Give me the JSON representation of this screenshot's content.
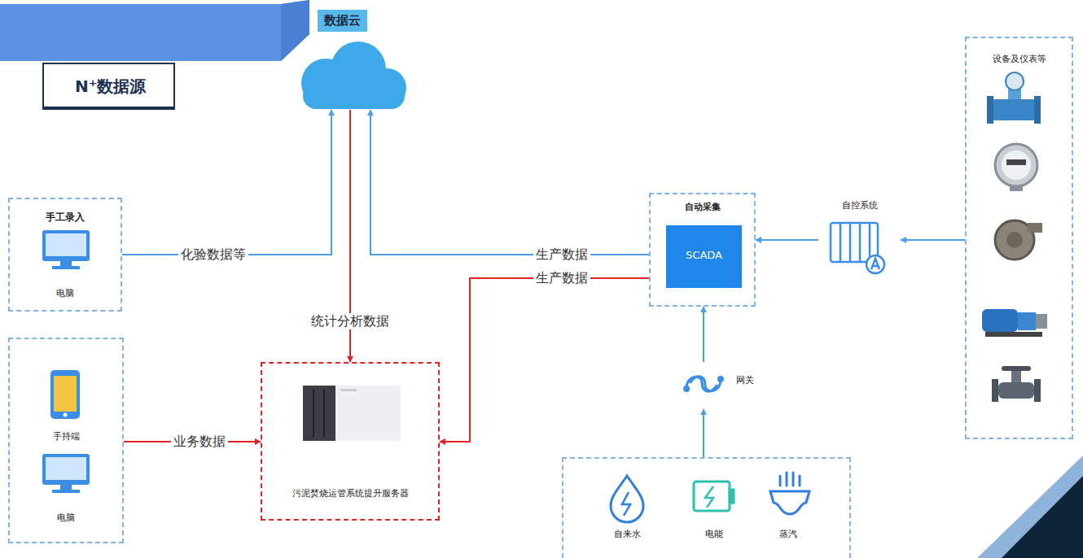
{
  "diagram": {
    "nodes": [
      {
        "text": [
          "数据云"
        ]
      },
      {
        "text": [
          "N⁺数据源"
        ]
      },
      {
        "text": [
          "手工录入",
          "电脑"
        ]
      },
      {
        "text": [
          "手持端",
          "电脑"
        ]
      },
      {
        "text": [
          "污泥焚烧运管系统提升服务器"
        ]
      },
      {
        "text": [
          "自动采集"
        ]
      },
      {
        "text": [
          "SCADA"
        ],
        "in": 5
      },
      {
        "text": [
          "网关"
        ]
      },
      {
        "text": [
          "自来水",
          "电能",
          "蒸汽"
        ]
      },
      {
        "text": [
          "自控系统"
        ]
      },
      {
        "text": [
          "设备及仪表等"
        ]
      }
    ],
    "edges": [
      {
        "from": 2,
        "to": 0,
        "label": "化验数据等",
        "arrow": "to"
      },
      {
        "from": 0,
        "to": 4,
        "label": "统计分析数据",
        "arrow": "to"
      },
      {
        "from": 5,
        "to": 0,
        "label": "生产数据",
        "arrow": "to"
      },
      {
        "from": 5,
        "to": 4,
        "label": "生产数据",
        "arrow": "to"
      },
      {
        "from": 3,
        "to": 4,
        "label": "业务数据",
        "arrow": "to"
      },
      {
        "from": 9,
        "to": 5,
        "arrow": "to"
      },
      {
        "from": 10,
        "to": 9,
        "arrow": "to"
      },
      {
        "from": 7,
        "to": 5,
        "arrow": "to"
      },
      {
        "from": 8,
        "to": 7,
        "arrow": "to"
      }
    ]
  }
}
